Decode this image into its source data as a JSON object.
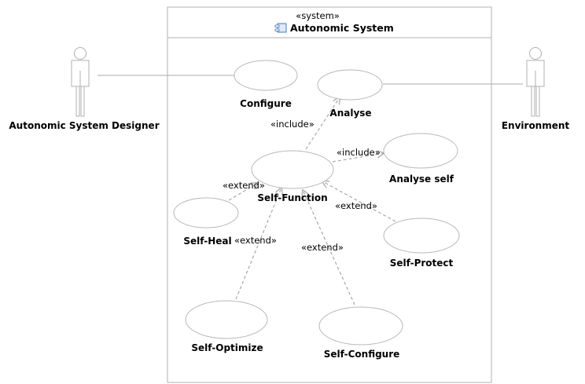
{
  "system": {
    "stereotype": "«system»",
    "title": "Autonomic System",
    "icon": "component-icon"
  },
  "actors": {
    "designer": "Autonomic System Designer",
    "environment": "Environment"
  },
  "use_cases": {
    "configure": "Configure",
    "analyse": "Analyse",
    "analyse_self": "Analyse self",
    "self_function": "Self-Function",
    "self_heal": "Self-Heal",
    "self_protect": "Self-Protect",
    "self_optimize": "Self-Optimize",
    "self_configure": "Self-Configure"
  },
  "relations": {
    "include_analyse": "«include»",
    "include_analyse_self": "«include»",
    "extend_heal": "«extend»",
    "extend_protect": "«extend»",
    "extend_optimize": "«extend»",
    "extend_configure": "«extend»"
  },
  "colors": {
    "lines": "#a8a8a8",
    "icon": "#4a78b8"
  }
}
